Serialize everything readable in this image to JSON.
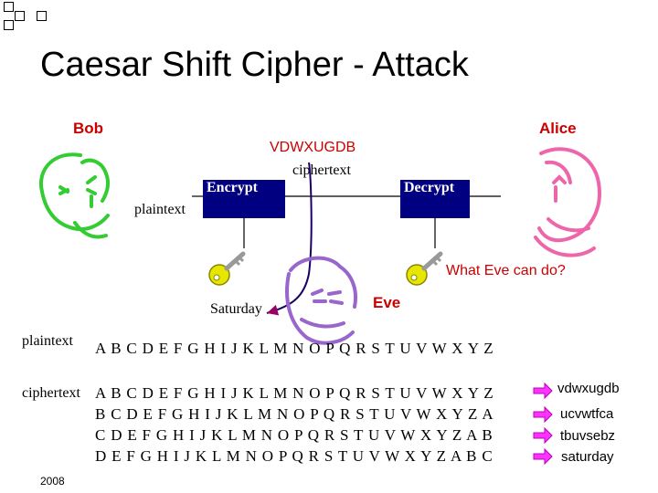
{
  "title": "Caesar Shift Cipher - Attack",
  "parties": {
    "bob": "Bob",
    "alice": "Alice",
    "eve": "Eve"
  },
  "flow": {
    "ciphertext_value": "VDWXUGDB",
    "ciphertext_label": "ciphertext",
    "plaintext_label": "plaintext",
    "encrypt_label": "Encrypt",
    "decrypt_label": "Decrypt",
    "key_label": "Saturday",
    "question": "What Eve can do?"
  },
  "table": {
    "plaintext_label": "plaintext",
    "ciphertext_label": "ciphertext",
    "plaintext_row": "A B C D E F G H I J K L M N O P Q R S T U V W X Y Z",
    "cipher_rows": [
      {
        "letters": "A B C D E F G H I J K L M N O P Q R S T U V W X Y Z",
        "result": "vdwxugdb"
      },
      {
        "letters": "B C D E F G H I J K L M N O P Q R S T U V W X Y Z  A",
        "result": "ucvwtfca"
      },
      {
        "letters": "C D E F G H I J K L M N O P Q R S T U V W X Y Z A  B",
        "result": "tbuvsebz"
      },
      {
        "letters": "D E F G H I J K L M N O P Q R S T U V W X Y Z A B  C",
        "result": "saturday"
      }
    ]
  },
  "footer": {
    "year": "2008"
  },
  "colors": {
    "bob_face": "#33cc33",
    "alice_face": "#ee66aa",
    "eve_face": "#9966cc",
    "label_red": "#cc0000",
    "box_navy": "#000080",
    "arrow_magenta": "#ff33ff",
    "key_yellow": "#e6e600"
  },
  "icons": [
    "bob-face-icon",
    "alice-face-icon",
    "eve-face-icon",
    "key-icon",
    "arrow-icon",
    "slide-bullet-icon"
  ]
}
